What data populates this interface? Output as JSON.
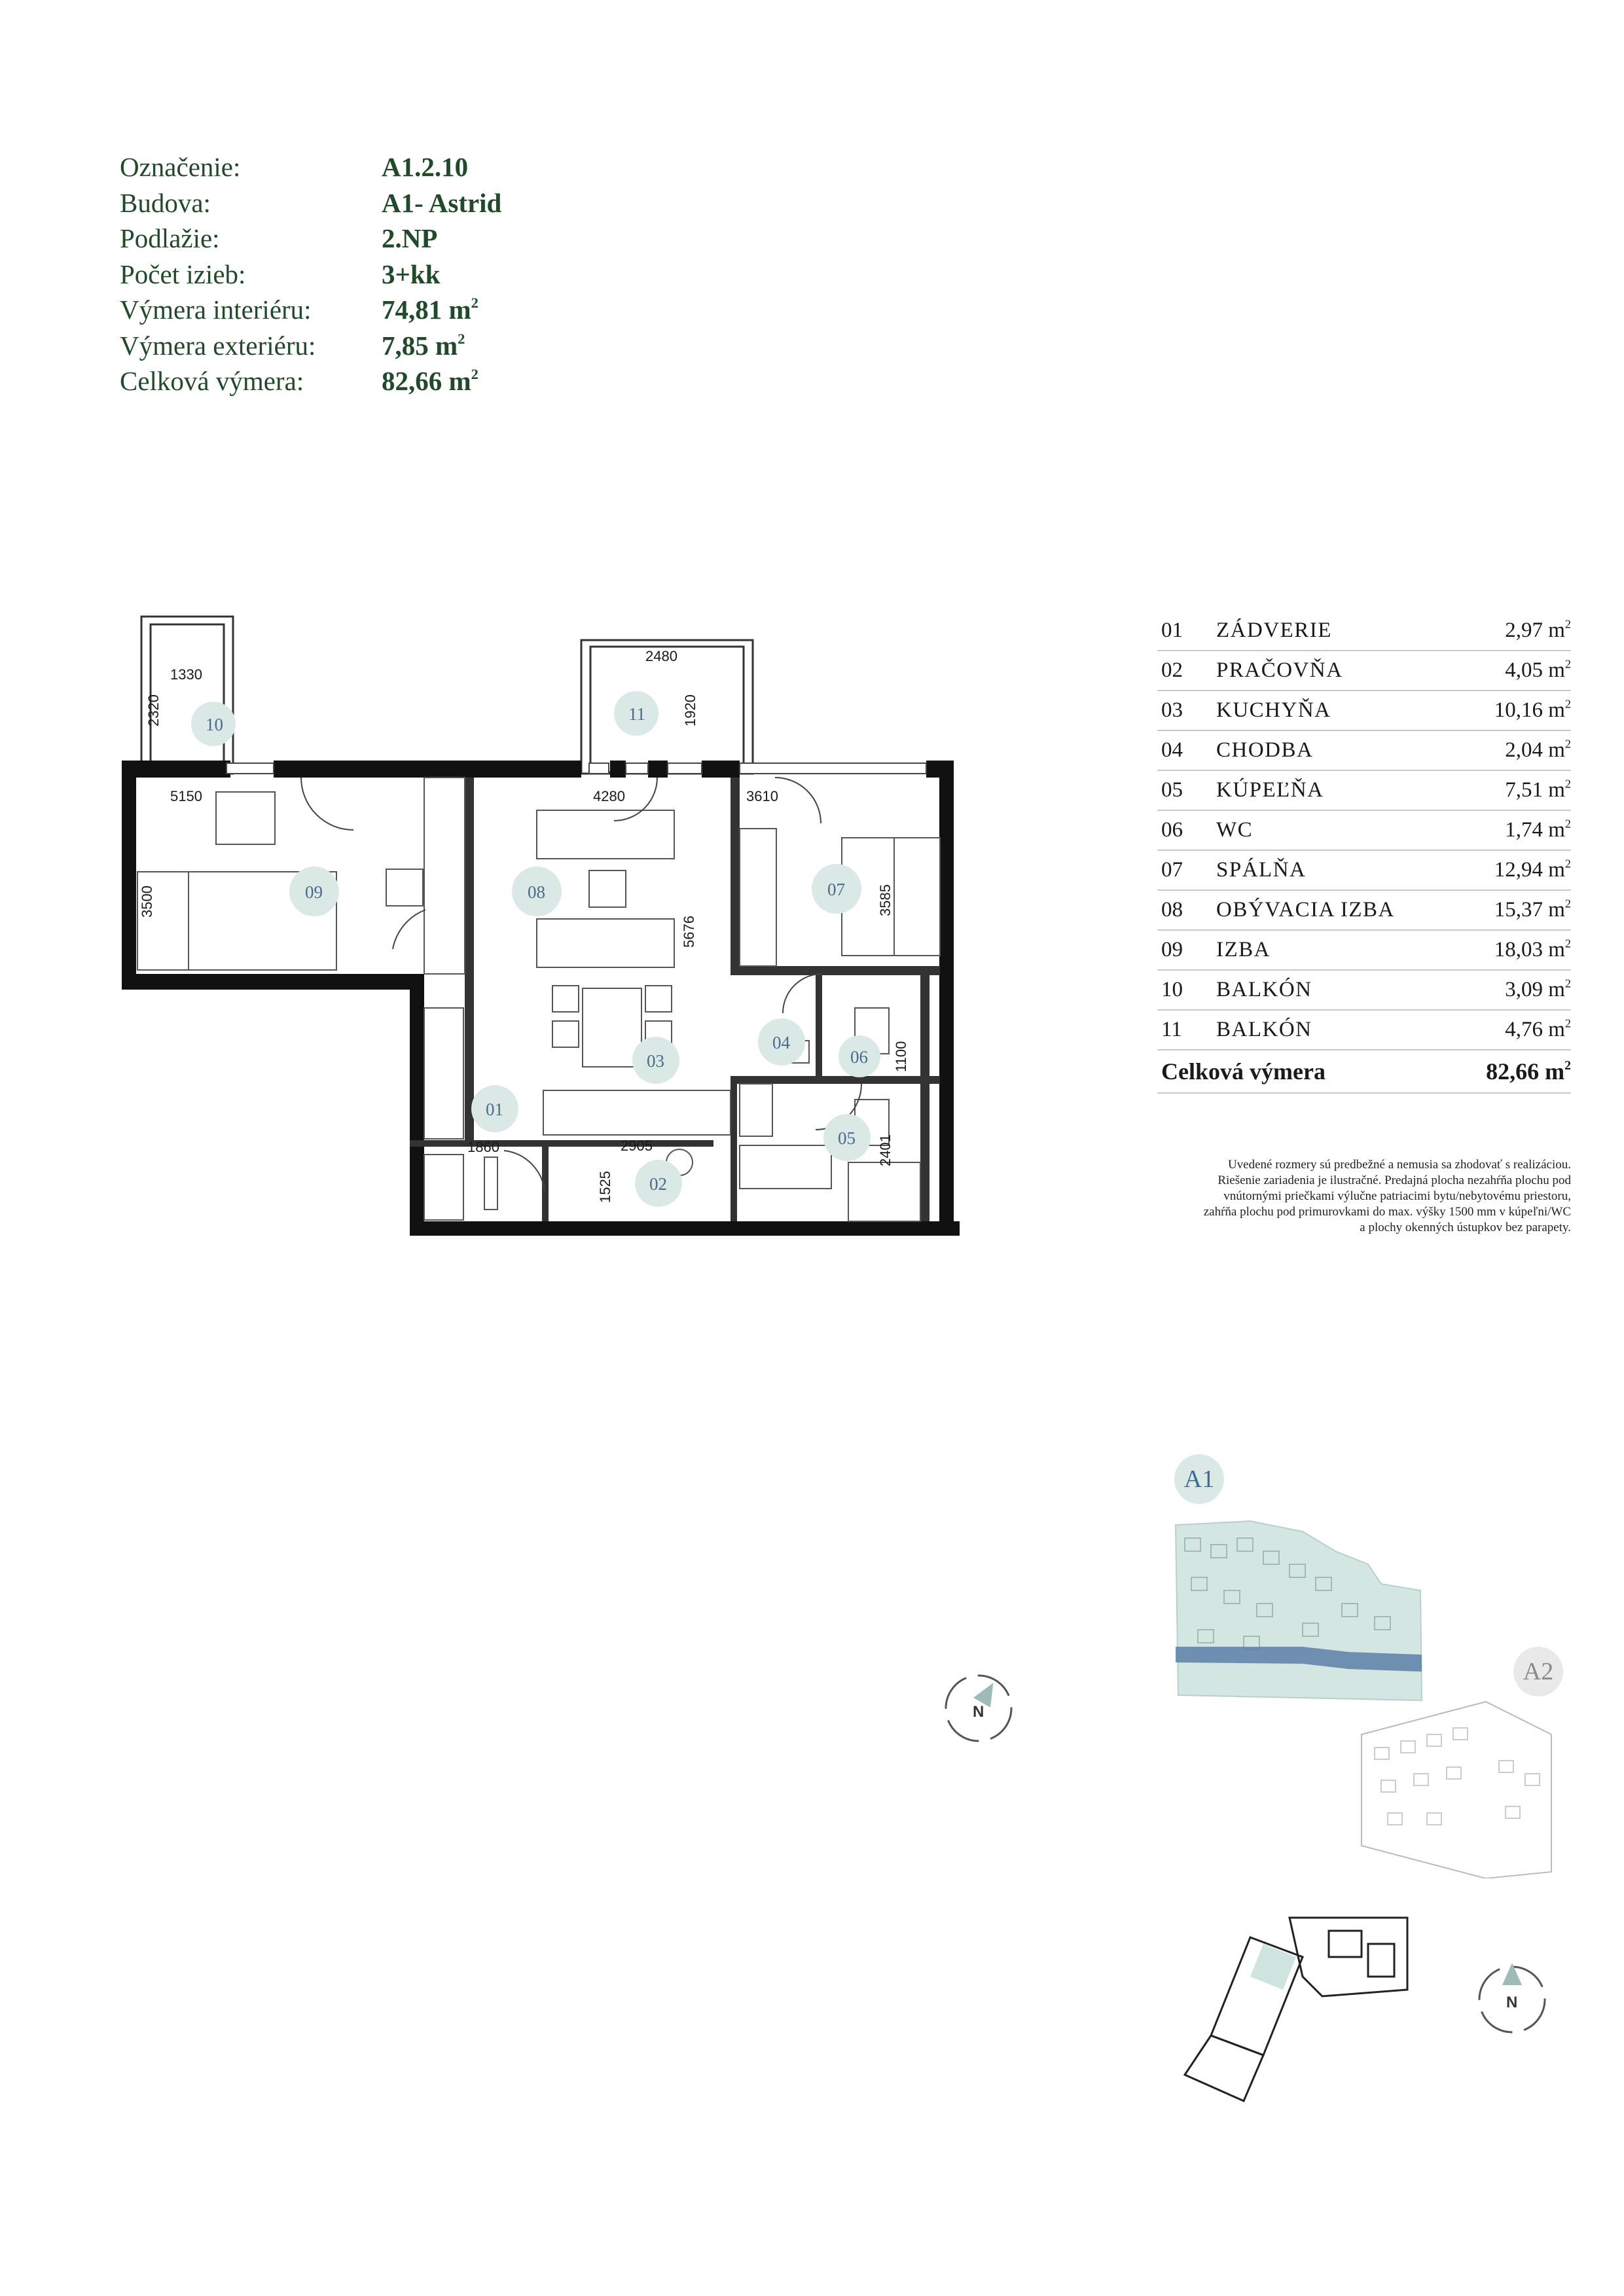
{
  "spec": [
    {
      "label": "Označenie:",
      "value": "A1.2.10",
      "unit": ""
    },
    {
      "label": "Budova:",
      "value": "A1- Astrid",
      "unit": ""
    },
    {
      "label": "Podlažie:",
      "value": "2.NP",
      "unit": ""
    },
    {
      "label": "Počet izieb:",
      "value": "3+kk",
      "unit": ""
    },
    {
      "label": "Výmera interiéru:",
      "value": "74,81 m",
      "unit": "2"
    },
    {
      "label": "Výmera exteriéru:",
      "value": "7,85 m",
      "unit": "2"
    },
    {
      "label": "Celková výmera:",
      "value": "82,66 m",
      "unit": "2"
    }
  ],
  "rooms": [
    {
      "num": "01",
      "name": "ZÁDVERIE",
      "area": "2,97 m",
      "sup": "2"
    },
    {
      "num": "02",
      "name": "PRAČOVŇA",
      "area": "4,05 m",
      "sup": "2"
    },
    {
      "num": "03",
      "name": "KUCHYŇA",
      "area": "10,16 m",
      "sup": "2"
    },
    {
      "num": "04",
      "name": "CHODBA",
      "area": "2,04 m",
      "sup": "2"
    },
    {
      "num": "05",
      "name": "KÚPEĽŇA",
      "area": "7,51 m",
      "sup": "2"
    },
    {
      "num": "06",
      "name": "WC",
      "area": "1,74 m",
      "sup": "2"
    },
    {
      "num": "07",
      "name": "SPÁLŇA",
      "area": "12,94 m",
      "sup": "2"
    },
    {
      "num": "08",
      "name": "OBÝVACIA IZBA",
      "area": "15,37 m",
      "sup": "2"
    },
    {
      "num": "09",
      "name": "IZBA",
      "area": "18,03 m",
      "sup": "2"
    },
    {
      "num": "10",
      "name": "BALKÓN",
      "area": "3,09 m",
      "sup": "2"
    },
    {
      "num": "11",
      "name": "BALKÓN",
      "area": "4,76 m",
      "sup": "2"
    }
  ],
  "total": {
    "label": "Celková výmera",
    "area": "82,66 m",
    "sup": "2"
  },
  "note": [
    "Uvedené rozmery sú predbežné a nemusia sa zhodovať s realizáciou.",
    "Riešenie zariadenia je ilustračné. Predajná plocha nezahŕňa plochu pod",
    "vnútornými priečkami výlučne patriacimi bytu/nebytovému priestoru,",
    "zahŕňa plochu pod primurovkami do max. výšky 1500 mm v kúpeľni/WC",
    "a plochy okenných ústupkov bez parapety."
  ],
  "plan": {
    "dims": [
      "1330",
      "2320",
      "2480",
      "1920",
      "5150",
      "4280",
      "3610",
      "3500",
      "5676",
      "3585",
      "1100",
      "1860",
      "2905",
      "2401",
      "1525"
    ],
    "badges": [
      "10",
      "11",
      "09",
      "08",
      "07",
      "04",
      "06",
      "03",
      "01",
      "05",
      "02"
    ]
  },
  "buildings": {
    "a1": "A1",
    "a2": "A2"
  },
  "compass": "N",
  "colors": {
    "heading_green": "#214a2a",
    "badge_fill": "#dbe9e6",
    "badge_text": "#4a6b8a",
    "wall": "#111111"
  }
}
